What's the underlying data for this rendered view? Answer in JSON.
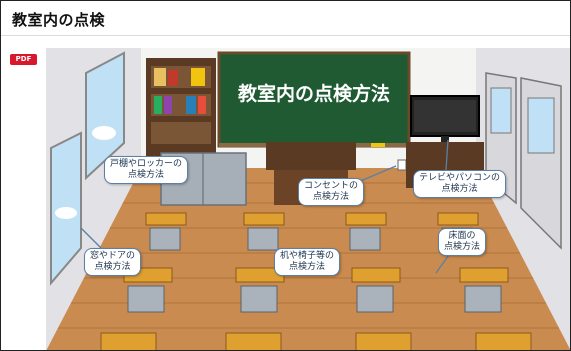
{
  "page": {
    "title": "教室内の点検"
  },
  "pdf_badge": {
    "label": "PDF"
  },
  "board": {
    "text": "教室内の点検方法"
  },
  "callouts": [
    {
      "line1": "戸棚やロッカーの",
      "line2": "点検方法"
    },
    {
      "line1": "コンセントの",
      "line2": "点検方法"
    },
    {
      "line1": "テレビやパソコンの",
      "line2": "点検方法"
    },
    {
      "line1": "床面の",
      "line2": "点検方法"
    },
    {
      "line1": "机や椅子等の",
      "line2": "点検方法"
    },
    {
      "line1": "窓やドアの",
      "line2": "点検方法"
    }
  ]
}
